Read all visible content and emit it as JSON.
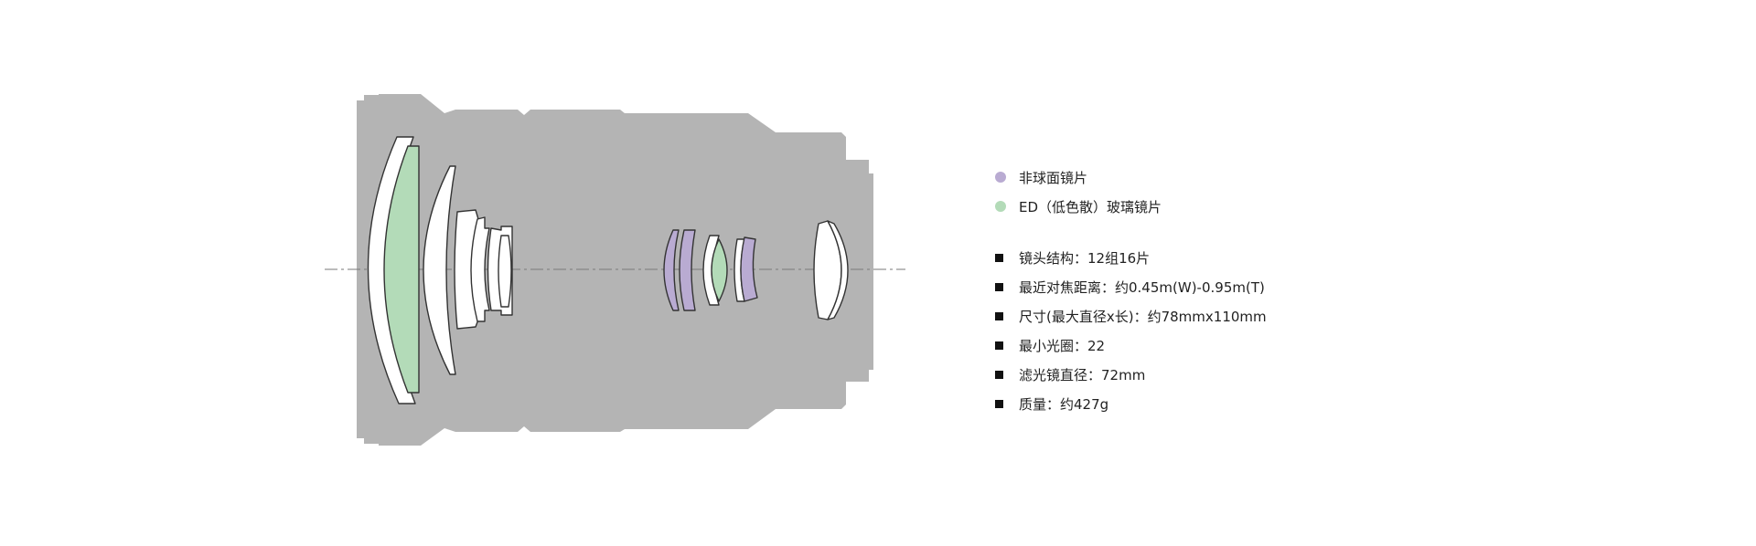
{
  "colors": {
    "barrel": "#b4b4b4",
    "aspherical": "#b9abd2",
    "ed_glass": "#b3dbb8",
    "standard_lens": "#ffffff",
    "outline": "#333333",
    "axis": "#7a7a7a"
  },
  "legend": [
    {
      "label": "非球面镜片",
      "color": "#b9abd2"
    },
    {
      "label": "ED（低色散）玻璃镜片",
      "color": "#b3dbb8"
    }
  ],
  "specs": [
    {
      "label": "镜头结构：12组16片"
    },
    {
      "label": "最近对焦距离：约0.45m(W)-0.95m(T)"
    },
    {
      "label": "尺寸(最大直径x长)：约78mmx110mm"
    },
    {
      "label": "最小光圈：22"
    },
    {
      "label": "滤光镜直径：72mm"
    },
    {
      "label": "质量：约427g"
    }
  ]
}
